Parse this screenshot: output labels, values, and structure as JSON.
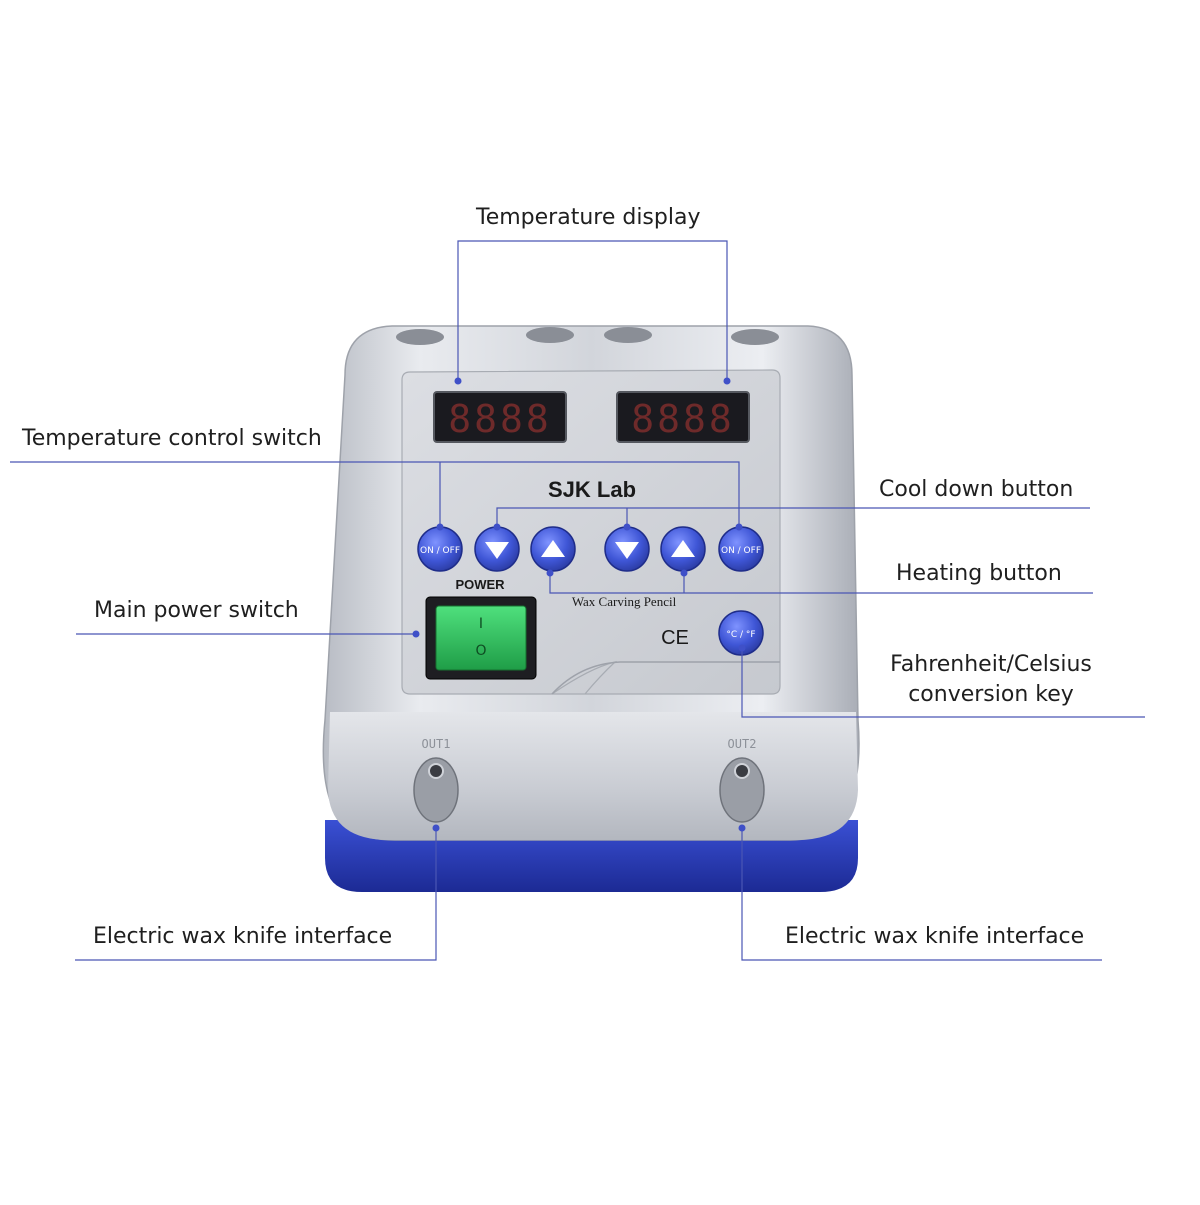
{
  "device": {
    "brand": "SJK Lab",
    "display_digits": "8888",
    "power_label": "POWER",
    "on_off_label": "ON / OFF",
    "unit_key_label": "°C / °F",
    "pencil_label": "Wax Carving Pencil",
    "ce_mark": "CE",
    "out1_label": "OUT1",
    "out2_label": "OUT2",
    "power_switch_on": "I",
    "power_switch_off": "O"
  },
  "callouts": {
    "temperature_display": "Temperature display",
    "temperature_control_switch": "Temperature control switch",
    "cool_down_button": "Cool down button",
    "heating_button": "Heating button",
    "main_power_switch": "Main power switch",
    "unit_key_line1": "Fahrenheit/Celsius",
    "unit_key_line2": "conversion key",
    "wax_knife_left": "Electric wax knife interface",
    "wax_knife_right": "Electric wax knife interface"
  },
  "colors": {
    "leader_line": "#4a56b4",
    "button_blue": "#3f56d6",
    "base_blue": "#2336b0",
    "display_red": "#d43a3a",
    "switch_green": "#2fbf5a"
  }
}
